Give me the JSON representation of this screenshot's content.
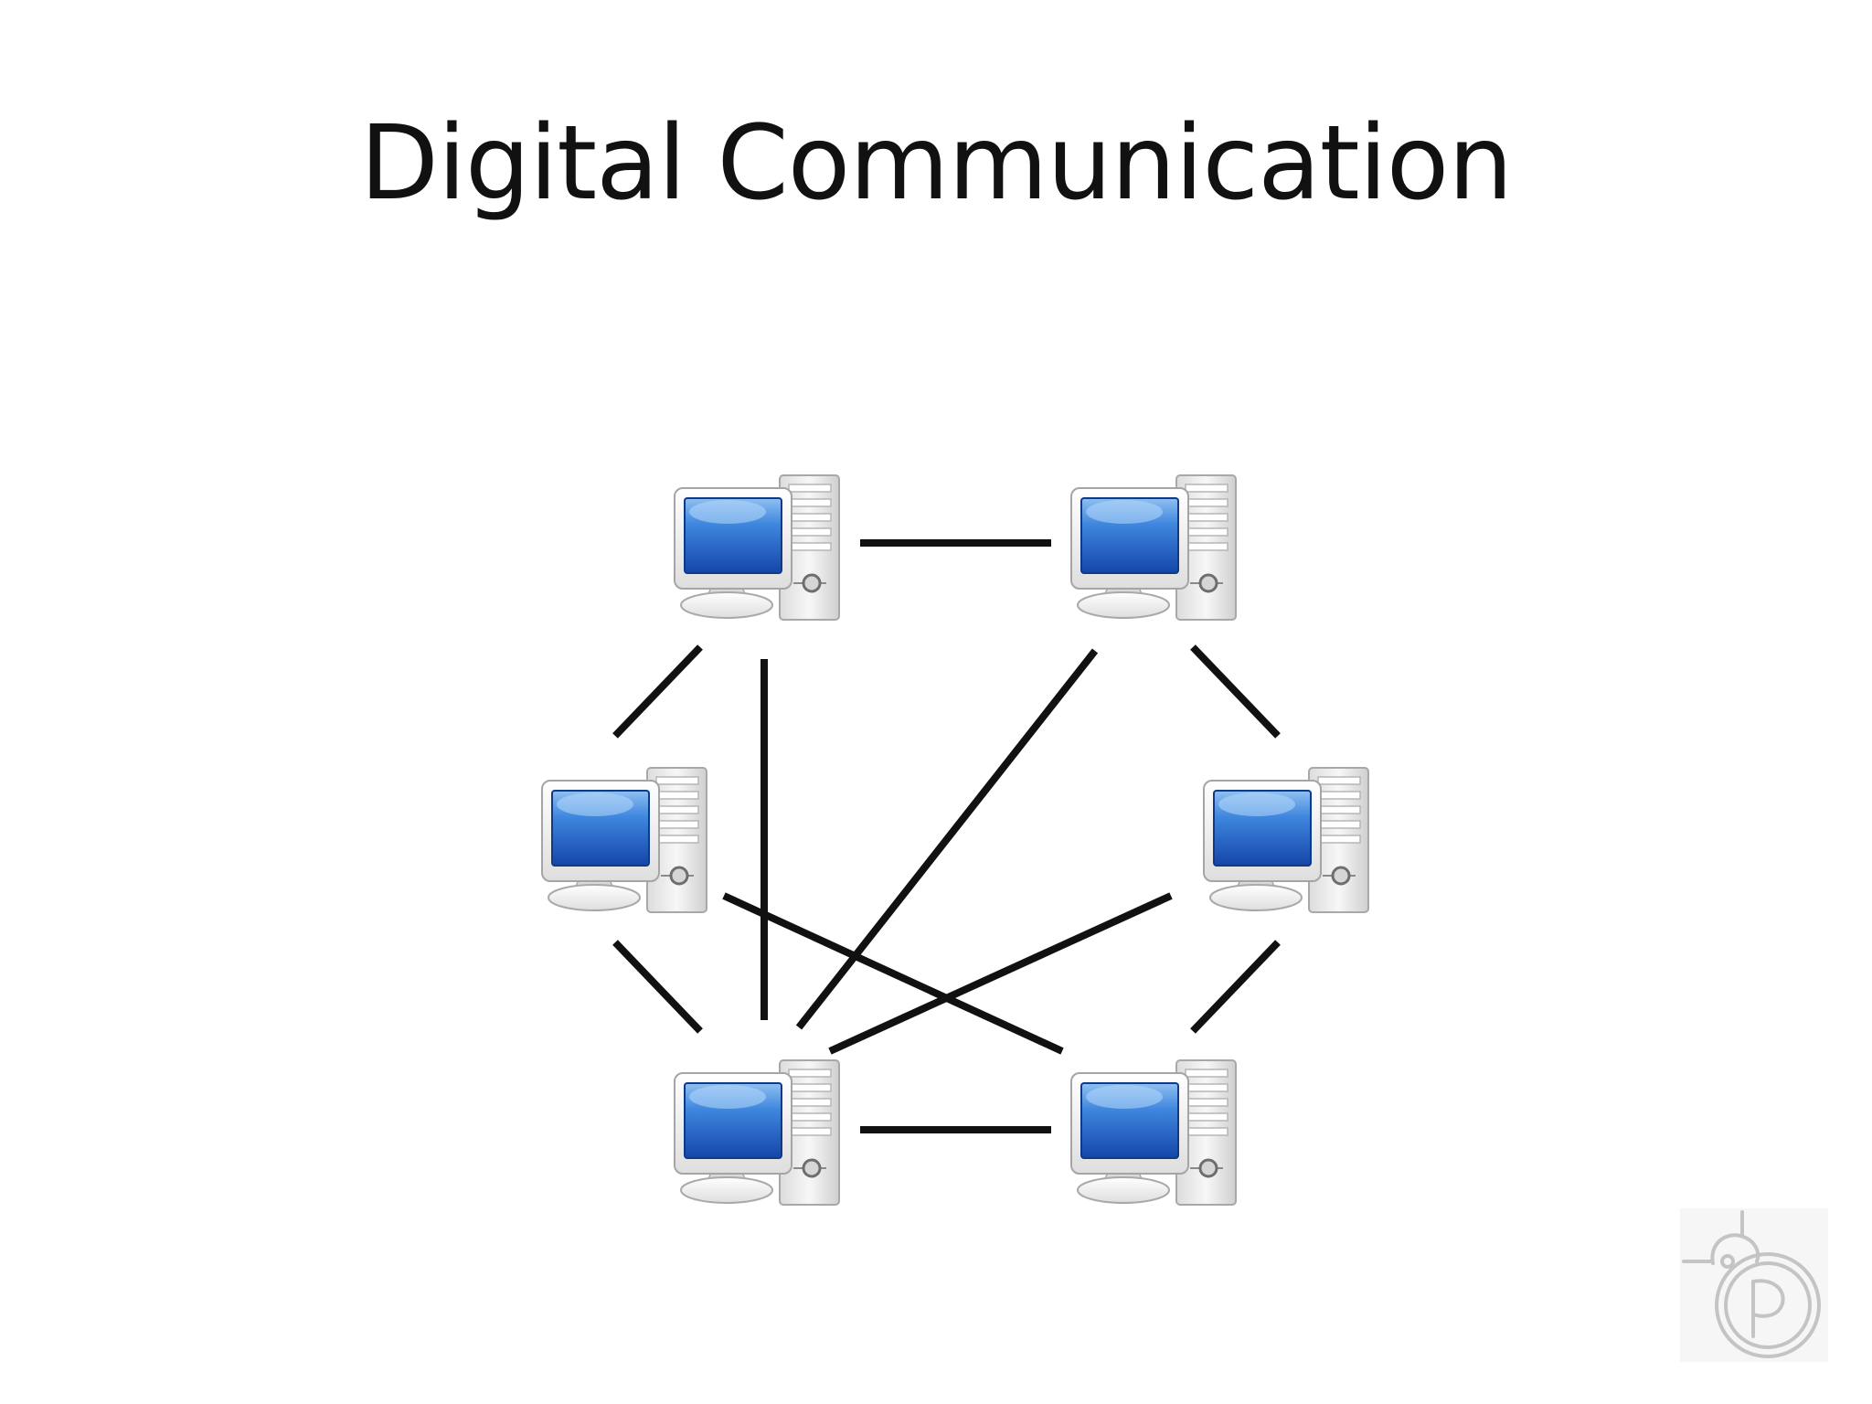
{
  "slide": {
    "title": "Digital Communication"
  },
  "diagram": {
    "nodes": [
      {
        "id": "computer-top-left",
        "icon": "desktop-computer-icon"
      },
      {
        "id": "computer-top-right",
        "icon": "desktop-computer-icon"
      },
      {
        "id": "computer-middle-left",
        "icon": "desktop-computer-icon"
      },
      {
        "id": "computer-middle-right",
        "icon": "desktop-computer-icon"
      },
      {
        "id": "computer-bottom-left",
        "icon": "desktop-computer-icon"
      },
      {
        "id": "computer-bottom-right",
        "icon": "desktop-computer-icon"
      }
    ],
    "links": [
      {
        "from": "computer-top-left",
        "to": "computer-top-right"
      },
      {
        "from": "computer-top-left",
        "to": "computer-middle-left"
      },
      {
        "from": "computer-top-left",
        "to": "computer-bottom-left"
      },
      {
        "from": "computer-top-right",
        "to": "computer-middle-right"
      },
      {
        "from": "computer-top-right",
        "to": "computer-bottom-left"
      },
      {
        "from": "computer-middle-left",
        "to": "computer-bottom-left"
      },
      {
        "from": "computer-middle-left",
        "to": "computer-bottom-right"
      },
      {
        "from": "computer-middle-right",
        "to": "computer-bottom-left"
      },
      {
        "from": "computer-middle-right",
        "to": "computer-bottom-right"
      },
      {
        "from": "computer-bottom-left",
        "to": "computer-bottom-right"
      }
    ],
    "colors": {
      "screen": "#1f63c8",
      "screen_highlight": "#7fb2ee",
      "case": "#e9e9e9",
      "link": "#111111"
    }
  },
  "logo": {
    "icon": "pirate-party-logo-icon",
    "color": "#c8c8c8"
  }
}
